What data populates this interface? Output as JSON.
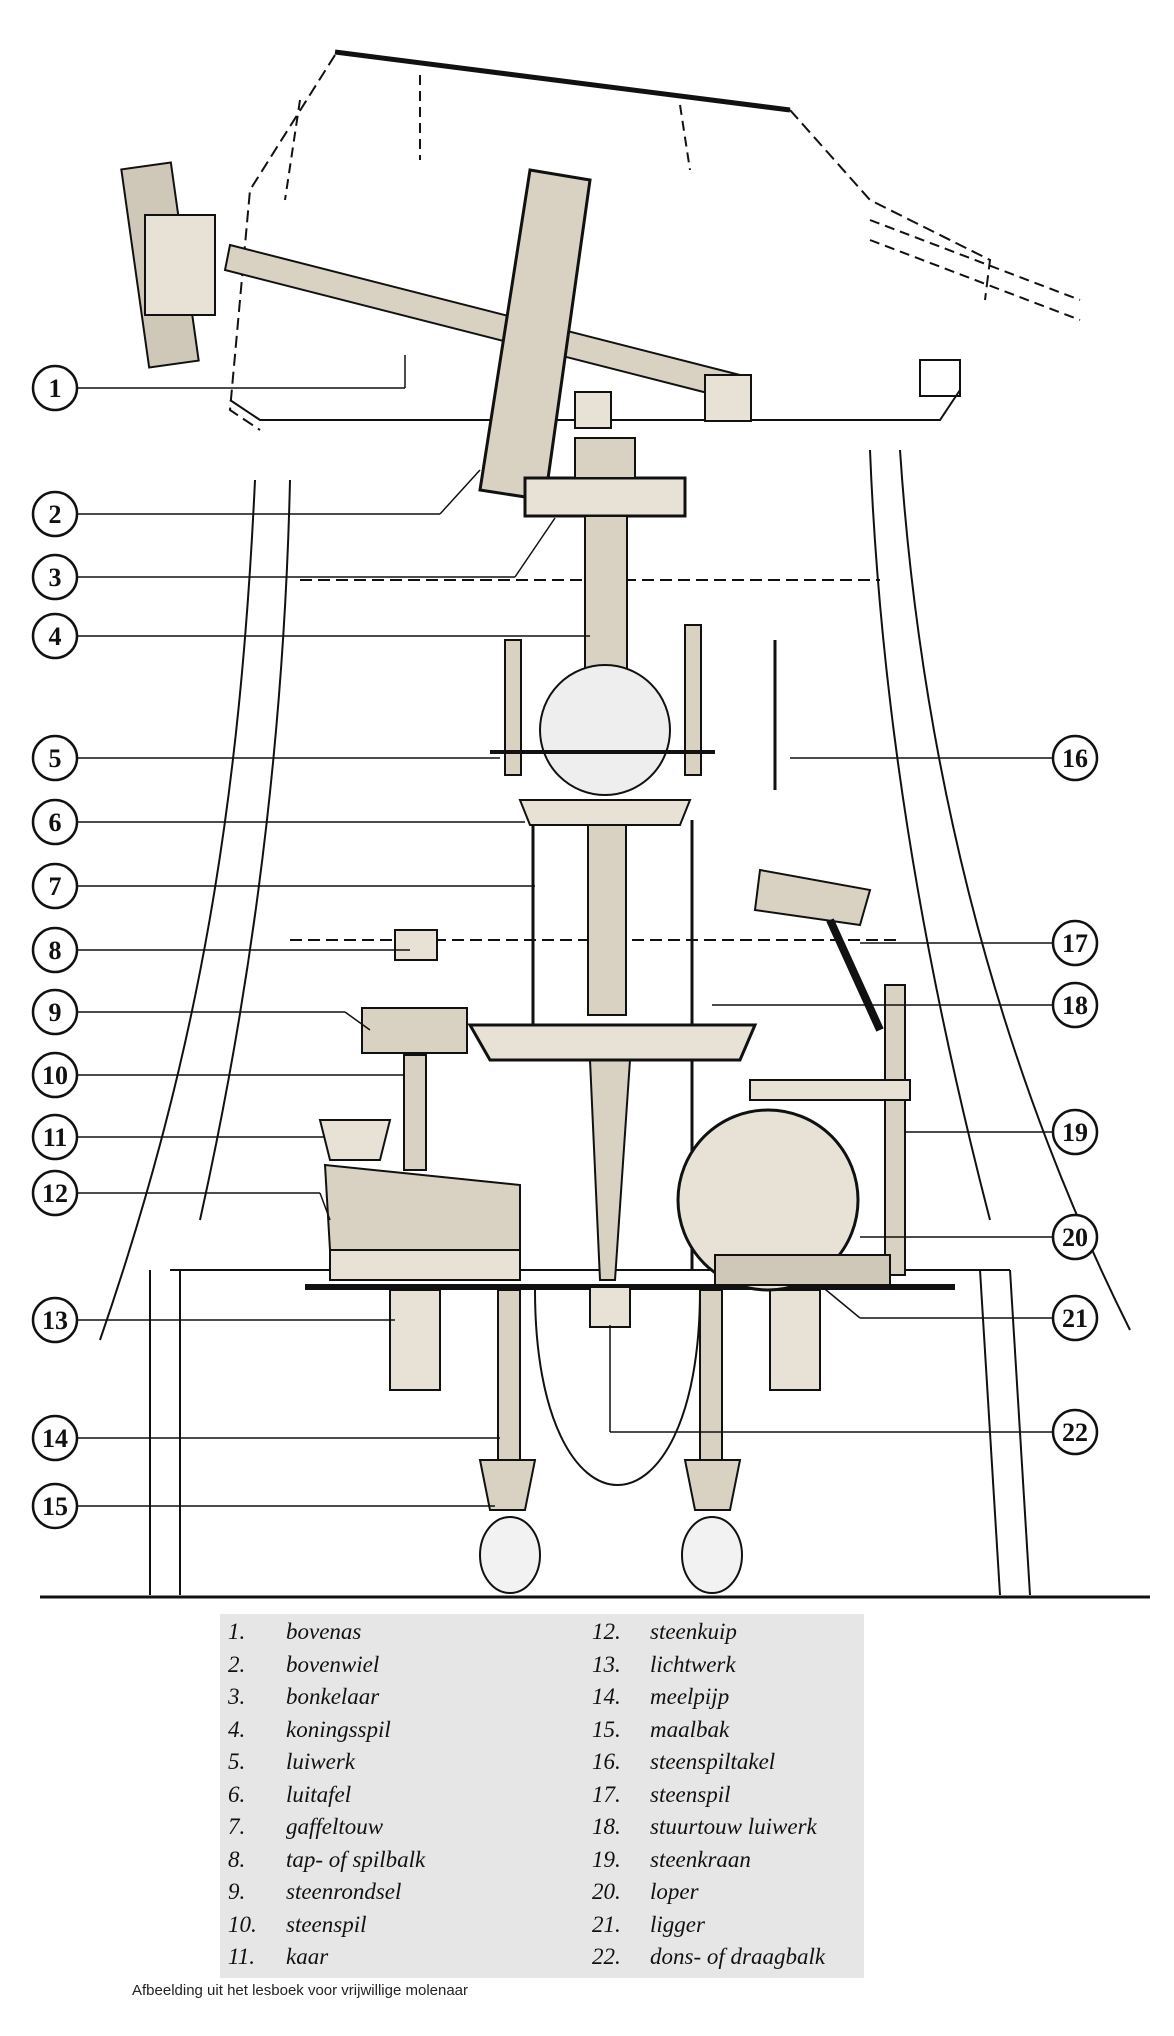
{
  "callouts": [
    {
      "num": "1",
      "label": "bovenas"
    },
    {
      "num": "2",
      "label": "bovenwiel"
    },
    {
      "num": "3",
      "label": "bonkelaar"
    },
    {
      "num": "4",
      "label": "koningsspil"
    },
    {
      "num": "5",
      "label": "luiwerk"
    },
    {
      "num": "6",
      "label": "luitafel"
    },
    {
      "num": "7",
      "label": "gaffeltouw"
    },
    {
      "num": "8",
      "label": "tap- of spilbalk"
    },
    {
      "num": "9",
      "label": "steenrondsel"
    },
    {
      "num": "10",
      "label": "steenspil"
    },
    {
      "num": "11",
      "label": "kaar"
    },
    {
      "num": "12",
      "label": "steenkuip"
    },
    {
      "num": "13",
      "label": "lichtwerk"
    },
    {
      "num": "14",
      "label": "meelpijp"
    },
    {
      "num": "15",
      "label": "maalbak"
    },
    {
      "num": "16",
      "label": "steenspiltakel"
    },
    {
      "num": "17",
      "label": "steenspil"
    },
    {
      "num": "18",
      "label": "stuurtouw luiwerk"
    },
    {
      "num": "19",
      "label": "steenkraan"
    },
    {
      "num": "20",
      "label": "loper"
    },
    {
      "num": "21",
      "label": "ligger"
    },
    {
      "num": "22",
      "label": "dons- of draagbalk"
    }
  ],
  "legend": {
    "left": [
      {
        "num": "1.",
        "label": "bovenas"
      },
      {
        "num": "2.",
        "label": "bovenwiel"
      },
      {
        "num": "3.",
        "label": "bonkelaar"
      },
      {
        "num": "4.",
        "label": "koningsspil"
      },
      {
        "num": "5.",
        "label": "luiwerk"
      },
      {
        "num": "6.",
        "label": "luitafel"
      },
      {
        "num": "7.",
        "label": "gaffeltouw"
      },
      {
        "num": "8.",
        "label": "tap- of spilbalk"
      },
      {
        "num": "9.",
        "label": "steenrondsel"
      },
      {
        "num": "10.",
        "label": "steenspil"
      },
      {
        "num": "11.",
        "label": "kaar"
      }
    ],
    "right": [
      {
        "num": "12.",
        "label": "steenkuip"
      },
      {
        "num": "13.",
        "label": "lichtwerk"
      },
      {
        "num": "14.",
        "label": "meelpijp"
      },
      {
        "num": "15.",
        "label": "maalbak"
      },
      {
        "num": "16.",
        "label": "steenspiltakel"
      },
      {
        "num": "17.",
        "label": "steenspil"
      },
      {
        "num": "18.",
        "label": "stuurtouw luiwerk"
      },
      {
        "num": "19.",
        "label": "steenkraan"
      },
      {
        "num": "20.",
        "label": "loper"
      },
      {
        "num": "21.",
        "label": "ligger"
      },
      {
        "num": "22.",
        "label": "dons- of draagbalk"
      }
    ]
  },
  "caption": "Afbeelding uit het lesboek voor vrijwillige molenaar",
  "colors": {
    "ink": "#111111",
    "legend_bg": "#e6e6e6",
    "wood": "#d9d2c3"
  }
}
